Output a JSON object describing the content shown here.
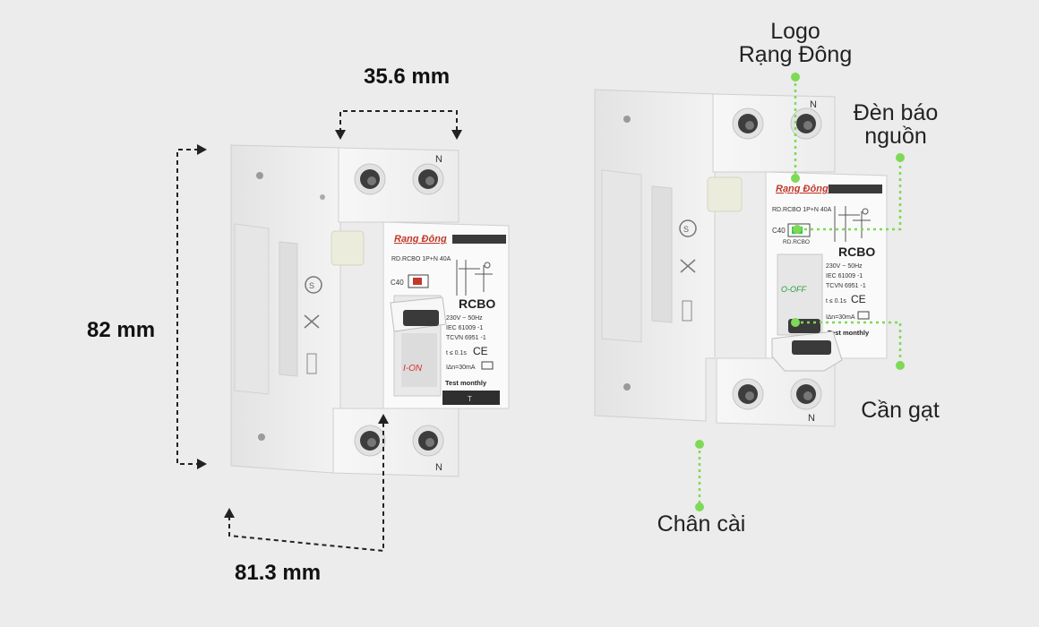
{
  "dimensions": {
    "width": "35.6 mm",
    "height": "82 mm",
    "depth": "81.3 mm"
  },
  "callouts": {
    "logo_line1": "Logo",
    "logo_line2": "Rạng Đông",
    "led_line1": "Đèn báo",
    "led_line2": "nguồn",
    "lever": "Cần gạt",
    "clip": "Chân cài"
  },
  "device": {
    "brand": "Rạng Đông",
    "model_code": "RD.RCBO 1P+N 40A",
    "rating": "C40",
    "type": "RCBO",
    "voltage": "230V ~ 50Hz",
    "standard1": "IEC 61009 -1",
    "standard2": "TCVN 6951 -1",
    "trip_time": "t ≤ 0.1s",
    "residual_current": "I∆n=30mA",
    "ce_mark": "CE",
    "test_label": "Test monthly",
    "test_key": "T",
    "on_label": "I-ON",
    "off_label": "O-OFF",
    "neutral_mark": "N",
    "rd_rcbo_mark": "RD.RCBO"
  },
  "colors": {
    "accent_green": "#7ed957",
    "body": "#f4f4f4",
    "shadow": "#d6d6d6",
    "dark": "#2b2b2b",
    "on_red": "#d0342c"
  }
}
